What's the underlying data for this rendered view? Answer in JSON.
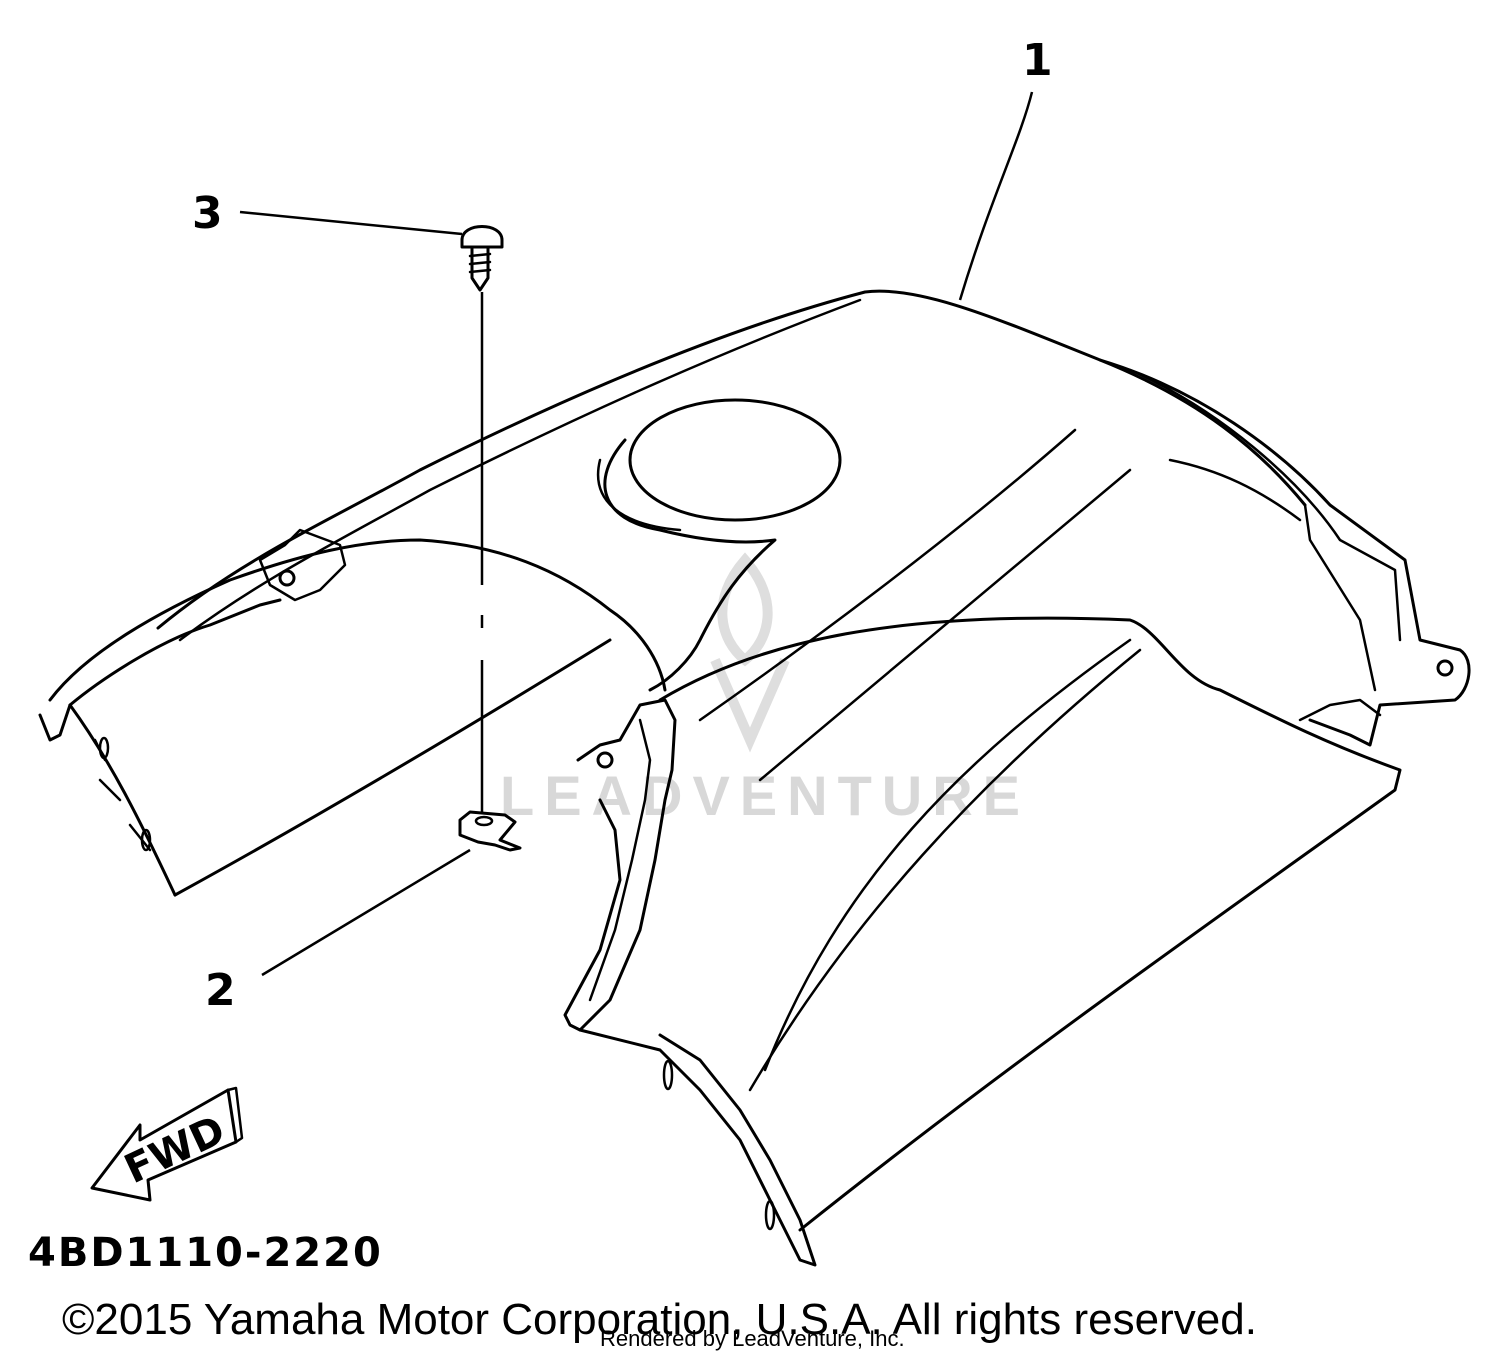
{
  "diagram": {
    "callouts": [
      {
        "label": "1",
        "part": "cover"
      },
      {
        "label": "2",
        "part": "nut"
      },
      {
        "label": "3",
        "part": "screw"
      }
    ],
    "fwd_label": "FWD",
    "drawing_code": "4BD1110-2220",
    "copyright": "©2015 Yamaha Motor Corporation, U.S.A. All rights reserved.",
    "rendered_by": "Rendered by LeadVenture, Inc.",
    "watermark": "LEADVENTURE"
  }
}
